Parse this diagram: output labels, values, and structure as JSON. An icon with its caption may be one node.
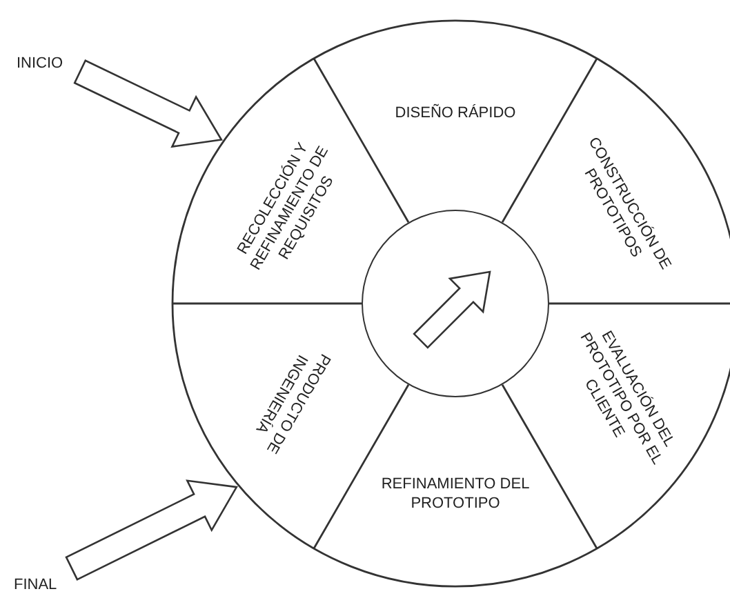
{
  "diagram": {
    "nodes": [
      {
        "text": [
          "INICIO"
        ]
      },
      {
        "text": [
          "RECOLECCIÓN Y REFINAMIENTO DE REQUISITOS"
        ]
      },
      {
        "text": [
          "DISEÑO RÁPIDO"
        ]
      },
      {
        "text": [
          "CONSTRUCCIÓN DE PROTOTIPOS"
        ]
      },
      {
        "text": [
          "EVALUACIÓN DEL PROTOTIPO POR EL CLIENTE"
        ]
      },
      {
        "text": [
          "REFINAMIENTO DEL PROTOTIPO"
        ]
      },
      {
        "text": [
          "PRODUCTO DE INGENIERÍA"
        ]
      },
      {
        "text": [
          "FINAL"
        ]
      },
      {
        "text": [],
        "shape": "circle"
      }
    ],
    "edges": [
      {
        "from": 0,
        "to": 1,
        "arrow": "to"
      },
      {
        "from": 7,
        "to": 6,
        "arrow": "to"
      }
    ]
  }
}
